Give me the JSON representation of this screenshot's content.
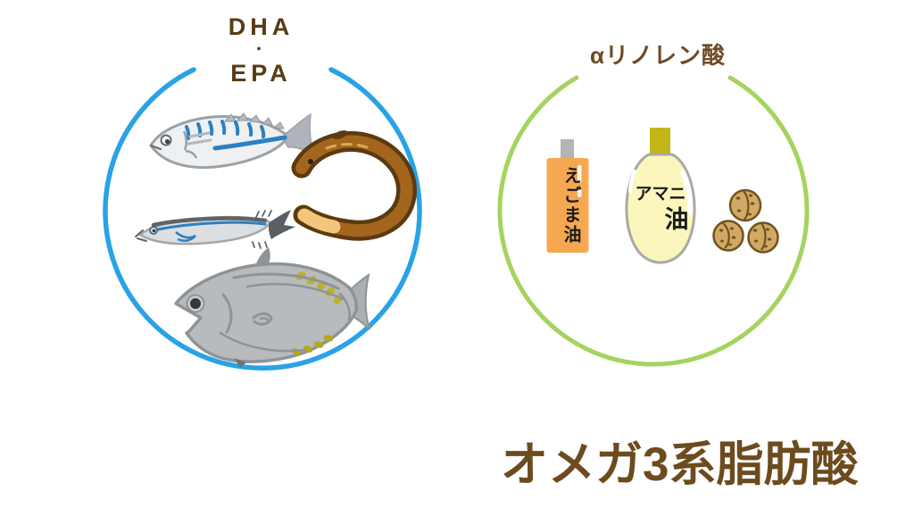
{
  "page": {
    "background": "#ffffff"
  },
  "caption": {
    "text": "オメガ3系脂肪酸",
    "color": "#6d4b1e"
  },
  "dha_group": {
    "circle_color": "#29a2e6",
    "label_top": "DHA",
    "label_separator": "・",
    "label_bottom": "EPA",
    "label_color": "#583b15",
    "icons": [
      "mackerel-icon",
      "eel-icon",
      "saury-icon",
      "tuna-icon"
    ]
  },
  "ala_group": {
    "circle_color": "#a5d35f",
    "label": "αリノレン酸",
    "label_color": "#6f4a26",
    "perilla_oil_label": "えごま油",
    "flaxseed_oil_label_line1": "アマニ",
    "flaxseed_oil_label_line2": "油",
    "icons": [
      "perilla-oil-bottle-icon",
      "flaxseed-oil-bottle-icon",
      "walnuts-icon"
    ]
  }
}
